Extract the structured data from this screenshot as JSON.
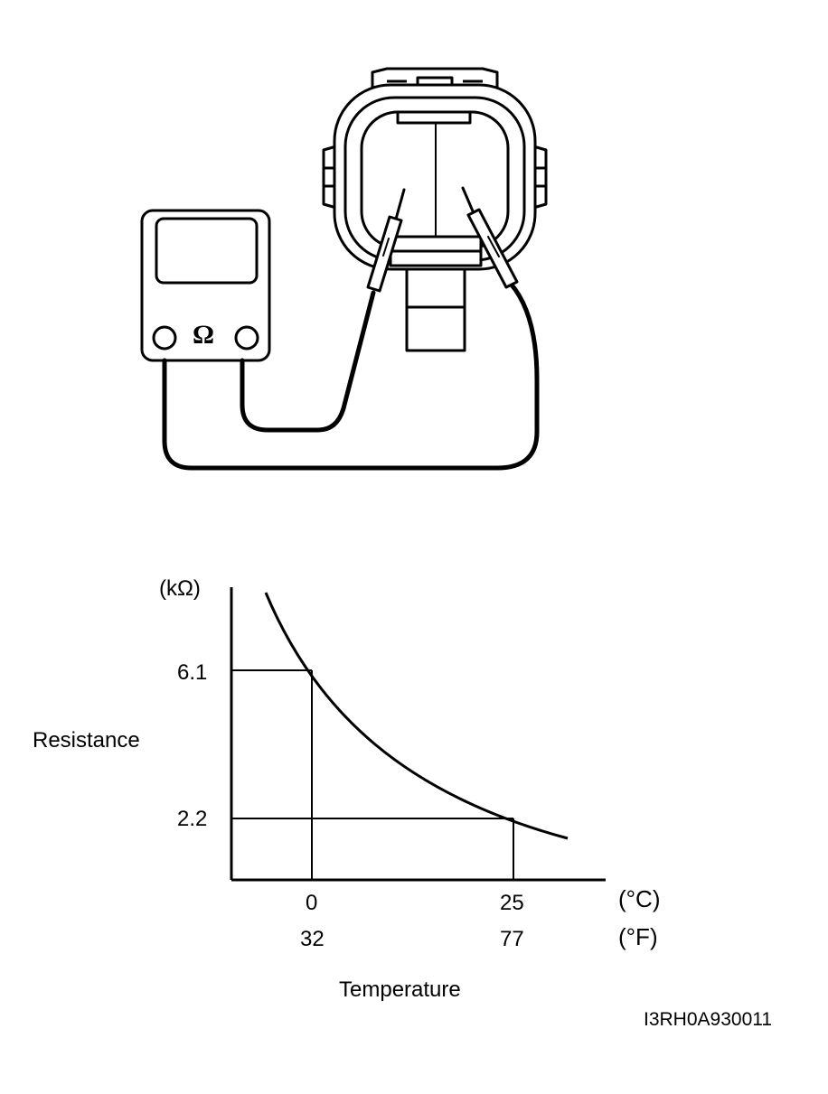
{
  "meter": {
    "symbol": "Ω"
  },
  "graph": {
    "y_unit": "(kΩ)",
    "y_label": "Resistance",
    "x_label": "Temperature",
    "x_unit_c": "(°C)",
    "x_unit_f": "(°F)",
    "y_ticks": [
      "6.1",
      "2.2"
    ],
    "x_ticks_c": [
      "0",
      "25"
    ],
    "x_ticks_f": [
      "32",
      "77"
    ]
  },
  "chart_data": {
    "type": "line",
    "title": "",
    "xlabel": "Temperature",
    "ylabel": "Resistance",
    "x_unit": "°C",
    "y_unit": "kΩ",
    "points": [
      {
        "x_c": 0,
        "x_f": 32,
        "y": 6.1
      },
      {
        "x_c": 25,
        "x_f": 77,
        "y": 2.2
      }
    ],
    "grid": false
  },
  "figure_id": "I3RH0A930011"
}
